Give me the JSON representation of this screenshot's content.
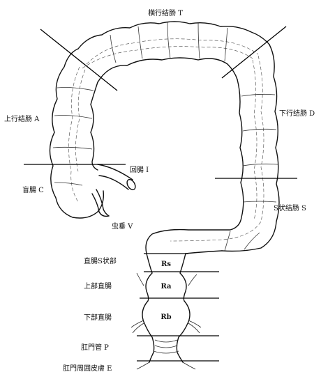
{
  "diagram": {
    "labels": {
      "transverse": "横行结肠 T",
      "ascending": "上行结肠 A",
      "descending": "下行结肠 D",
      "ileum": "回腸 I",
      "cecum": "盲腸 C",
      "appendix": "虫垂 V",
      "sigmoid": "S状结肠 S",
      "rs": "直腸S状部",
      "ra": "上部直腸",
      "rb": "下部直腸",
      "anal_canal": "肛門管 P",
      "anal_skin": "肛門周囲皮膚 E"
    },
    "segment_codes": {
      "rs": "Rs",
      "ra": "Ra",
      "rb": "Rb"
    }
  }
}
